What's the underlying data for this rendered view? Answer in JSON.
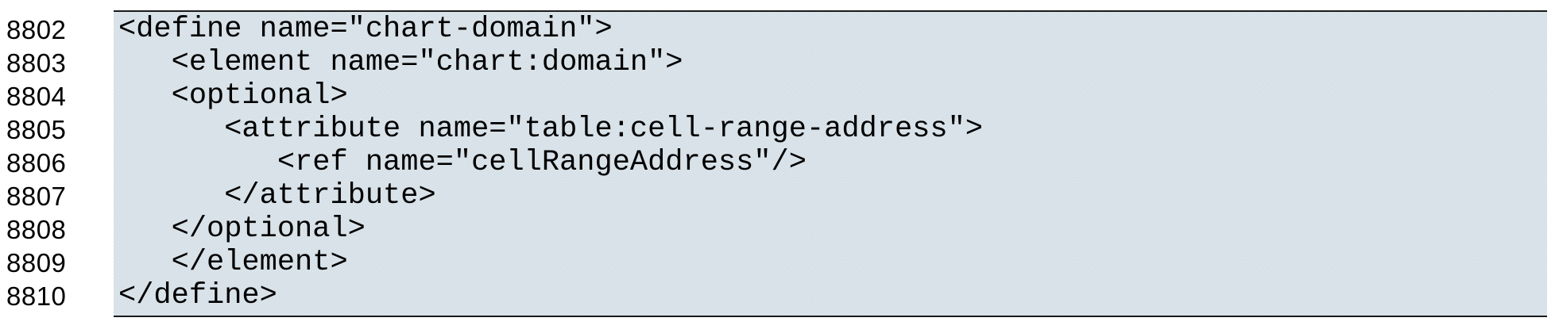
{
  "listing": {
    "description": "RelaxNG schema code listing with line numbers",
    "lines": [
      {
        "number": "8802",
        "text": "<define name=\"chart-domain\">"
      },
      {
        "number": "8803",
        "text": "   <element name=\"chart:domain\">"
      },
      {
        "number": "8804",
        "text": "   <optional>"
      },
      {
        "number": "8805",
        "text": "      <attribute name=\"table:cell-range-address\">"
      },
      {
        "number": "8806",
        "text": "         <ref name=\"cellRangeAddress\"/>"
      },
      {
        "number": "8807",
        "text": "      </attribute>"
      },
      {
        "number": "8808",
        "text": "   </optional>"
      },
      {
        "number": "8809",
        "text": "   </element>"
      },
      {
        "number": "8810",
        "text": "</define>"
      }
    ],
    "colors": {
      "code_background": "#d9e2e9",
      "rule_border": "#1a1a1a",
      "text": "#000000",
      "page_background": "#ffffff"
    }
  }
}
